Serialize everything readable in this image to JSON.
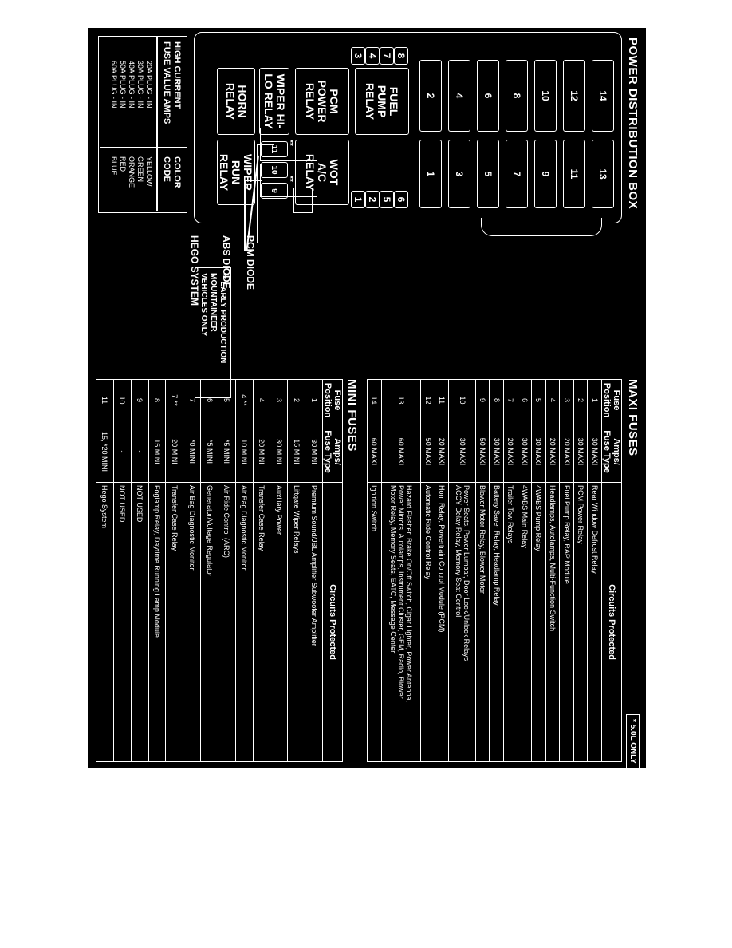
{
  "pdb": {
    "title": "POWER DISTRIBUTION BOX",
    "maxi_top": [
      "14",
      "12",
      "10",
      "8",
      "6",
      "4",
      "2"
    ],
    "maxi_bottom": [
      "13",
      "11",
      "9",
      "7",
      "5",
      "3",
      "1"
    ],
    "small_top": [
      "8",
      "7",
      "4",
      "3"
    ],
    "small_bottom": [
      "6",
      "5",
      "2",
      "1"
    ],
    "relays": {
      "fuel_pump": "FUEL\nPUMP\nRELAY",
      "pcm_power": "PCM\nPOWER\nRELAY",
      "wot_ac": "WOT\nA/C\nRELAY",
      "wiper_hi_lo": "WIPER HI-\nLO RELAY",
      "horn": "HORN\nRELAY",
      "wiper_run": "WIPER RUN\nRELAY"
    },
    "mini_small": [
      "11",
      "10",
      "9"
    ],
    "callouts": {
      "pcm_diode": "PCM DIODE",
      "abs_diode": "ABS DIODE",
      "hego": "HEGO SYSTEM"
    },
    "diode_symbol": "**",
    "hc_table": {
      "h1": "HIGH CURRENT\nFUSE VALUE AMPS",
      "h2": "COLOR\nCODE",
      "amps": "20A PLUG - IN\n30A PLUG - IN\n40A PLUG - IN\n50A PLUG - IN\n60A PLUG - IN",
      "colors": "YELLOW\nGREEN\nORANGE\nRED\nBLUE"
    },
    "note": "**    EARLY PRODUCTION\n      MOUNTAINEER\n      VEHICLES ONLY"
  },
  "maxi": {
    "title": "MAXI FUSES",
    "badge": "* 5.0L ONLY",
    "headers": [
      "Fuse\nPosition",
      "Amps/\nFuse Type",
      "Circuits Protected"
    ],
    "rows": [
      [
        "1",
        "30 MAXI",
        "Rear Window Defrost Relay"
      ],
      [
        "2",
        "30 MAXI",
        "PCM Power Relay"
      ],
      [
        "3",
        "20 MAXI",
        "Fuel Pump Relay, RAP Module"
      ],
      [
        "4",
        "20 MAXI",
        "Headlamps, Autolamps, Multi-Function Switch"
      ],
      [
        "5",
        "30 MAXI",
        "4WABS Pump Relay"
      ],
      [
        "6",
        "30 MAXI",
        "4WABS Main Relay"
      ],
      [
        "7",
        "20 MAXI",
        "Trailer Tow Relays"
      ],
      [
        "8",
        "30 MAXI",
        "Battery Saver Relay, Headlamp Relay"
      ],
      [
        "9",
        "50 MAXI",
        "Blower Motor Relay, Blower Motor"
      ],
      [
        "10",
        "30 MAXI",
        "Power Seats, Power Lumbar, Door Lock/Unlock Relays,\nACCY Delay Relay, Memory Seat Control"
      ],
      [
        "11",
        "20 MAXI",
        "Horn Relay, Powertrain Control Module (PCM)"
      ],
      [
        "12",
        "50 MAXI",
        "Automatic Ride Control Relay"
      ],
      [
        "13",
        "60 MAXI",
        "Hazard Flasher, Brake On/Off Switch, Cigar Lighter, Power Antenna,\nPower Mirrors, Autolamps, Instrument Cluster, GEM, Radio, Blower\nMotor Relay, Memory Seats, EATC, Message Center"
      ],
      [
        "14",
        "60 MAXI",
        "Ignition Switch"
      ]
    ]
  },
  "mini": {
    "title": "MINI FUSES",
    "headers": [
      "Fuse\nPosition",
      "Amps/\nFuse Type",
      "Circuits Protected"
    ],
    "rows": [
      [
        "1",
        "30 MINI",
        "Premium Sound/JBL Amplifier Subwoofer Amplifier"
      ],
      [
        "2",
        "15 MINI",
        "Liftgate Wiper Relays"
      ],
      [
        "3",
        "30 MINI",
        "Auxiliary Power"
      ],
      [
        "4",
        "20 MINI",
        "Transfer Case Relay"
      ],
      [
        "4 **",
        "10 MINI",
        "Air Bag Diagnostic Monitor"
      ],
      [
        "5",
        "*5 MINI",
        "Air Ride Control (ARC)"
      ],
      [
        "6",
        "*5 MINI",
        "Generator/Voltage Regulator"
      ],
      [
        "7",
        "*0 MINI",
        "Air Bag Diagnostic Monitor"
      ],
      [
        "7 **",
        "20 MINI",
        "Transfer Case Relay"
      ],
      [
        "8",
        "15 MINI",
        "Foglamp Relay, Daytime Running Lamp Module"
      ],
      [
        "9",
        "-",
        "NOT USED"
      ],
      [
        "10",
        "-",
        "NOT USED"
      ],
      [
        "11",
        "15, *20 MINI",
        "Hego System"
      ]
    ]
  }
}
